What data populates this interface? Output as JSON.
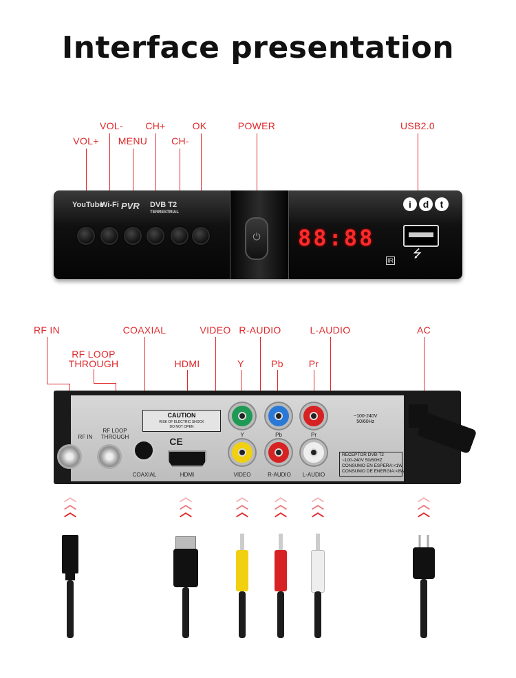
{
  "title": "Interface presentation",
  "front_labels": {
    "vol_plus": "VOL+",
    "vol_minus": "VOL-",
    "menu": "MENU",
    "ch_plus": "CH+",
    "ch_minus": "CH-",
    "ok": "OK",
    "power": "POWER",
    "usb": "USB2.0"
  },
  "front_panel": {
    "logos": [
      "YouTube",
      "Wi-Fi",
      "PVR",
      "DVB T2"
    ],
    "terrestrial": "TERRESTRIAL",
    "display": "88:88",
    "brand": [
      "i",
      "d",
      "t"
    ],
    "ir": "IR"
  },
  "back_labels": {
    "rf_in": "RF IN",
    "rf_loop": "RF LOOP",
    "rf_loop_2": "THROUGH",
    "coaxial": "COAXIAL",
    "hdmi": "HDMI",
    "video": "VIDEO",
    "r_audio": "R-AUDIO",
    "l_audio": "L-AUDIO",
    "y": "Y",
    "pb": "Pb",
    "pr": "Pr",
    "ac": "AC"
  },
  "back_panel": {
    "rf_in": "RF IN",
    "rf_loop": "RF LOOP",
    "rf_through": "THROUGH",
    "coaxial": "COAXIAL",
    "hdmi": "HDMI",
    "video": "VIDEO",
    "r_audio": "R-AUDIO",
    "l_audio": "L-AUDIO",
    "y": "Y",
    "pb": "Pb",
    "pr": "Pr",
    "caution_title": "CAUTION",
    "caution_line1": "RISK OF ELECTRIC SHOCK",
    "caution_line2": "DO NOT OPEN",
    "ce": "CE",
    "voltage_1": "~100-240V",
    "voltage_2": "50/60Hz",
    "rating": [
      "RECEPTOR DVB-T2",
      "~100-240V 50/60HZ",
      "CONSUMO EN ESPERA:<1W",
      "CONSUMO DE ENERGIA:<8W"
    ]
  },
  "colors": {
    "accent": "#e0282b",
    "rca_green": "#1f9a55",
    "rca_blue": "#2a79d6",
    "rca_red": "#d62222",
    "rca_yellow": "#f0d010",
    "rca_white": "#eeeeee"
  },
  "cables": [
    "rf-antenna-plug",
    "hdmi-plug",
    "rca-yellow-plug",
    "rca-red-plug",
    "rca-white-plug",
    "ac-power-plug"
  ]
}
